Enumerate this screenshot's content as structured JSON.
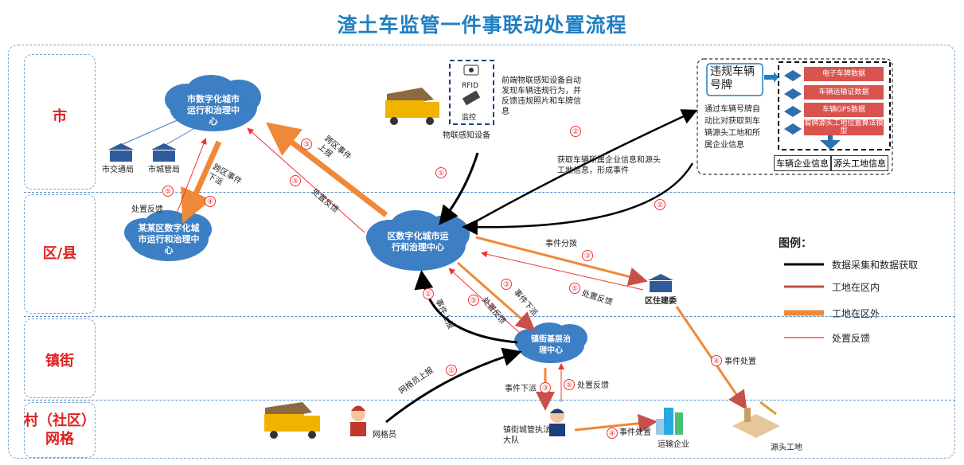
{
  "title": "渣土车监管一件事联动处置流程",
  "levels": {
    "city": "市",
    "district": "区/县",
    "town": "镇街",
    "village_line1": "村（社区）",
    "village_line2": "网格"
  },
  "nodes": {
    "city_center": "市数字化城市运行和治理中心",
    "traffic_bureau": "市交通局",
    "urban_management_bureau": "市城管局",
    "some_district_center": "某某区数字化城市运行和治理中心",
    "district_center": "区数字化城市运行和治理中心",
    "town_center": "镇街基层治理中心",
    "district_housing": "区住建委",
    "iot_device": "物联感知设备",
    "device_rfid": "RFID",
    "device_monitor": "监控",
    "grid_worker": "网格员",
    "law_enforcement": "镇街城管执法大队",
    "transport_company": "运输企业",
    "source_site": "源头工地",
    "violation_plate": "违规车辆号牌"
  },
  "data_items": [
    "电子车牌数据",
    "车辆运输证数据",
    "车辆GPS数据",
    "套牌源头工地位置算法模型"
  ],
  "info_cells": [
    "车辆企业信息",
    "源头工地信息"
  ],
  "texts": {
    "iot_desc": "前端物联感知设备自动发现车辆违规行为，并反馈违规照片和车牌信息",
    "plate_desc": "通过车辆号牌自动比对获取到车辆源头工地和所属企业信息",
    "acquire_desc": "获取车辆所属企业信息和源头工地信息，形成事件",
    "cross_report": "跨区事件上报",
    "cross_dispatch": "跨区事件下派",
    "feedback": "处置反馈",
    "event_dispatch": "事件分拨",
    "event_down": "事件下派",
    "event_report": "事件上报",
    "grid_report": "网格员上报",
    "event_handle": "事件处置"
  },
  "steps": [
    "①",
    "②",
    "③",
    "④",
    "⑤"
  ],
  "legend": {
    "title": "图例：",
    "items": [
      "数据采集和数据获取",
      "工地在区内",
      "工地在区外",
      "处置反馈"
    ]
  },
  "colors": {
    "title": "#1f7fc4",
    "level_text": "#e02020",
    "cloud": "#3d7fc4",
    "data_black": "#000000",
    "inside": "#c9504a",
    "outside": "#f0883a",
    "feedback_red": "#e33333",
    "data_row": "#d9534f"
  }
}
